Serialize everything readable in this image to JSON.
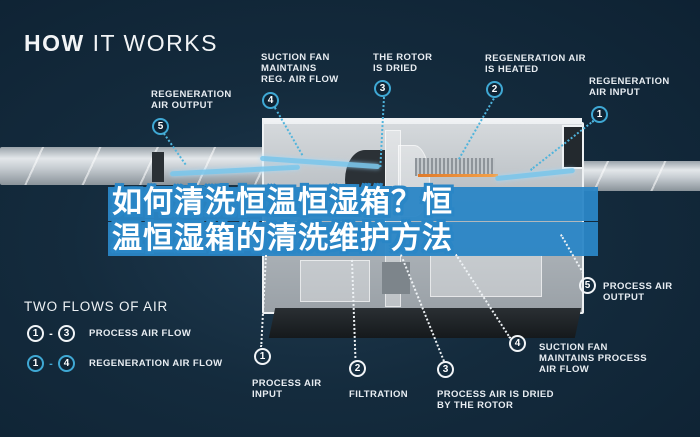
{
  "title": {
    "bold": "HOW",
    "rest": " IT WORKS"
  },
  "banner": {
    "line1": "如何清洗恒温恒湿箱？恒",
    "line2": "温恒湿箱的清洗维护方法",
    "bg_color": "#2a86c6"
  },
  "top_callouts": [
    {
      "num": "5",
      "label": "REGENERATION\nAIR OUTPUT"
    },
    {
      "num": "4",
      "label": "SUCTION FAN\nMAINTAINS\nREG. AIR FLOW"
    },
    {
      "num": "3",
      "label": "THE ROTOR\nIS DRIED"
    },
    {
      "num": "2",
      "label": "REGENERATION AIR\nIS HEATED"
    },
    {
      "num": "1",
      "label": "REGENERATION\nAIR INPUT"
    }
  ],
  "bottom_callouts": [
    {
      "num": "1",
      "label": "PROCESS AIR\nINPUT"
    },
    {
      "num": "2",
      "label": "FILTRATION"
    },
    {
      "num": "3",
      "label": "PROCESS AIR IS DRIED\nBY THE ROTOR"
    },
    {
      "num": "4",
      "label": "SUCTION FAN\nMAINTAINS PROCESS\nAIR FLOW"
    },
    {
      "num": "5",
      "label": "PROCESS AIR\nOUTPUT"
    }
  ],
  "legend": {
    "title": "TWO FLOWS OF AIR",
    "rows": [
      {
        "from": "1",
        "dash": "-",
        "to": "3",
        "label": "PROCESS AIR FLOW",
        "style": "white"
      },
      {
        "from": "1",
        "dash": "-",
        "to": "4",
        "label": "REGENERATION AIR FLOW",
        "style": "blue"
      }
    ]
  },
  "colors": {
    "background": "#142b3d",
    "regeneration_accent": "#3fa8d4",
    "process_accent": "#f1f4f7",
    "heater": "#e07a2a"
  }
}
